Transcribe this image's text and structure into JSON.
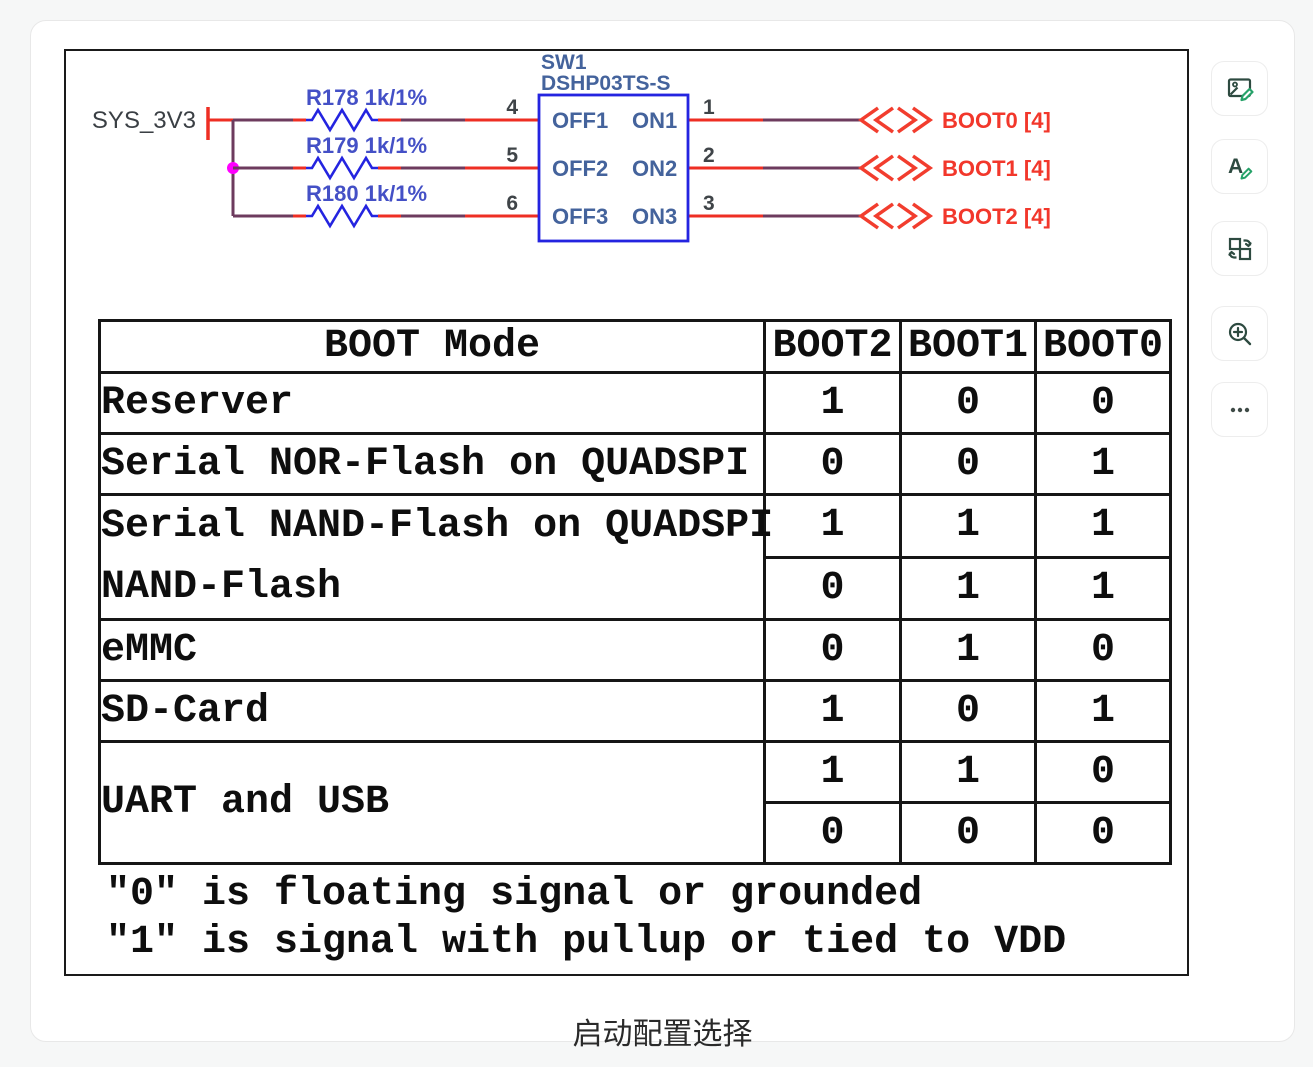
{
  "colors": {
    "wire_red": "#ee2e23",
    "wire_purple": "#6d3b5e",
    "schematic_blue": "#2424e0",
    "resistor_label_blue": "#4450c6",
    "component_text_blue": "#44639c",
    "net_red": "#f2372b",
    "junction_magenta": "#ff00ff",
    "icon_dark": "#2d4a40",
    "icon_green": "#26a269",
    "table_border": "#161616"
  },
  "schematic": {
    "power_net": "SYS_3V3",
    "component_ref": "SW1",
    "component_part": "DSHP03TS-S",
    "rows": [
      {
        "resistor": "R178 1k/1%",
        "pin_left": "4",
        "off": "OFF1",
        "on": "ON1",
        "pin_right": "1",
        "net": "BOOT0 [4]"
      },
      {
        "resistor": "R179 1k/1%",
        "pin_left": "5",
        "off": "OFF2",
        "on": "ON2",
        "pin_right": "2",
        "net": "BOOT1 [4]"
      },
      {
        "resistor": "R180 1k/1%",
        "pin_left": "6",
        "off": "OFF3",
        "on": "ON3",
        "pin_right": "3",
        "net": "BOOT2 [4]"
      }
    ]
  },
  "table": {
    "header": [
      "BOOT Mode",
      "BOOT2",
      "BOOT1",
      "BOOT0"
    ],
    "rows": [
      {
        "mode": "Reserver",
        "values": [
          "1",
          "0",
          "0"
        ]
      },
      {
        "mode": "Serial NOR-Flash on QUADSPI",
        "values": [
          "0",
          "0",
          "1"
        ]
      },
      {
        "mode": "Serial NAND-Flash on QUADSPI",
        "values": [
          "1",
          "1",
          "1"
        ]
      },
      {
        "mode": "NAND-Flash",
        "values": [
          "0",
          "1",
          "1"
        ]
      },
      {
        "mode": "eMMC",
        "values": [
          "0",
          "1",
          "0"
        ]
      },
      {
        "mode": "SD-Card",
        "values": [
          "1",
          "0",
          "1"
        ]
      },
      {
        "mode": "UART and USB",
        "values": [
          "1",
          "1",
          "0"
        ]
      },
      {
        "mode": "",
        "values": [
          "0",
          "0",
          "0"
        ]
      }
    ]
  },
  "notes": [
    "\"0\" is floating signal or grounded",
    "\"1\" is signal with pullup or tied to VDD"
  ],
  "caption": "启动配置选择",
  "toolbar": {
    "items": [
      {
        "name": "edit-image"
      },
      {
        "name": "edit-text"
      },
      {
        "name": "replace"
      },
      {
        "name": "zoom-in"
      },
      {
        "name": "more"
      }
    ]
  }
}
